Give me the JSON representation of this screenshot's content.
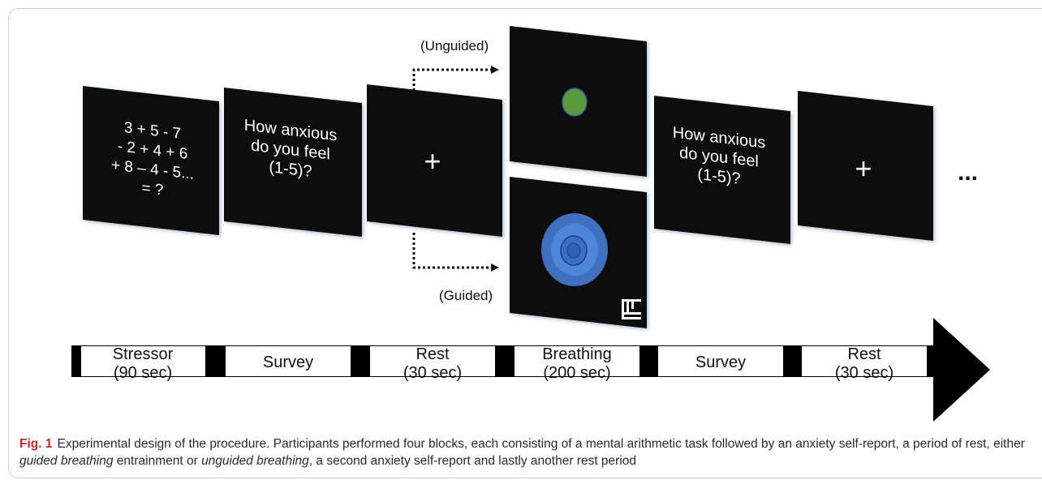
{
  "screens": {
    "stressor": {
      "lines": [
        "3 + 5 - 7",
        "- 2 + 4 + 6",
        "+ 8 – 4 - 5...",
        "= ?"
      ]
    },
    "survey1": {
      "lines": [
        "How anxious",
        "do you feel",
        "(1-5)?"
      ]
    },
    "rest1": {
      "symbol": "+"
    },
    "survey2": {
      "lines": [
        "How anxious",
        "do you feel",
        "(1-5)?"
      ]
    },
    "rest2": {
      "symbol": "+"
    },
    "continuation": "..."
  },
  "branches": {
    "unguided_label": "(Unguided)",
    "guided_label": "(Guided)"
  },
  "timeline": [
    {
      "lines": [
        "Stressor",
        "(90 sec)"
      ]
    },
    {
      "lines": [
        "Survey"
      ]
    },
    {
      "lines": [
        "Rest",
        "(30 sec)"
      ]
    },
    {
      "lines": [
        "Breathing",
        "(200 sec)"
      ]
    },
    {
      "lines": [
        "Survey"
      ]
    },
    {
      "lines": [
        "Rest",
        "(30 sec)"
      ]
    }
  ],
  "caption": {
    "fig": "Fig. 1",
    "text_1": "Experimental design of the procedure. Participants performed four blocks, each consisting of a mental arithmetic task followed by an anxiety self-report, a period of rest, either ",
    "italic_1": "guided breathing",
    "text_2": " entrainment or ",
    "italic_2": "unguided breathing",
    "text_3": ", a second anxiety self-report and lastly another rest period"
  },
  "colors": {
    "screen": "#0c0c0c",
    "unguided_dot": "#5a9a3c",
    "guided_ring_outer": "#3f6fbf",
    "guided_ring_mid": "#4f86d9",
    "guided_ring_inner": "#2f5fb0"
  }
}
